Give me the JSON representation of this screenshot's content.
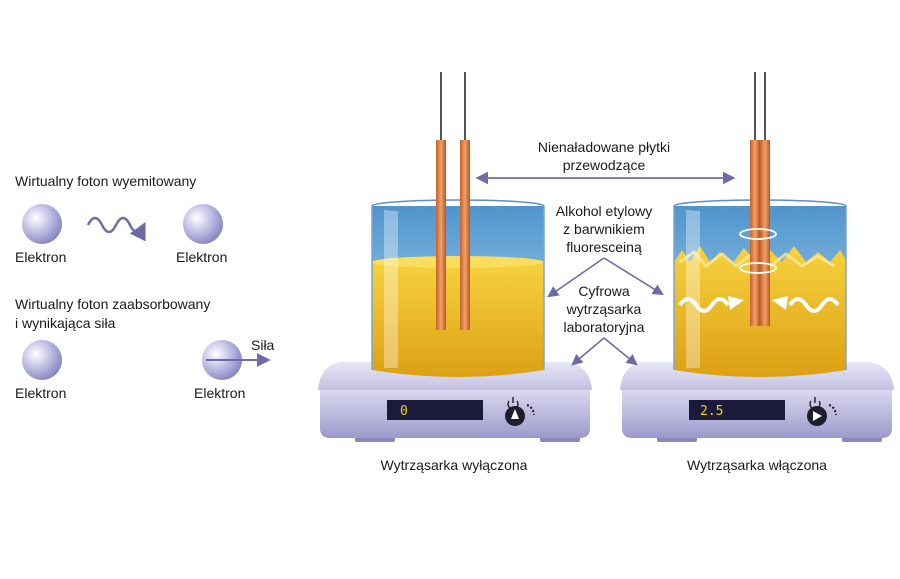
{
  "left_panel": {
    "emitted_title": "Wirtualny foton wyemitowany",
    "absorbed_title_line1": "Wirtualny foton zaabsorbowany",
    "absorbed_title_line2": "i wynikająca siła",
    "electron_label": "Elektron",
    "force_label": "Siła"
  },
  "callouts": {
    "plates_line1": "Nienaładowane płytki",
    "plates_line2": "przewodzące",
    "alcohol_line1": "Alkohol etylowy",
    "alcohol_line2": "z barwnikiem",
    "alcohol_line3": "fluoresceiną",
    "shaker_line1": "Cyfrowa",
    "shaker_line2": "wytrząsarka",
    "shaker_line3": "laboratoryjna"
  },
  "left_shaker": {
    "display_value": "0",
    "caption": "Wytrząsarka wyłączona"
  },
  "right_shaker": {
    "display_value": "2.5",
    "caption": "Wytrząsarka włączona"
  },
  "colors": {
    "electron": "#9a98cf",
    "arrow": "#6d6aa8",
    "liquid": "#e8b51c",
    "copper": "#d97a3a",
    "base": "#b9b8dc"
  }
}
